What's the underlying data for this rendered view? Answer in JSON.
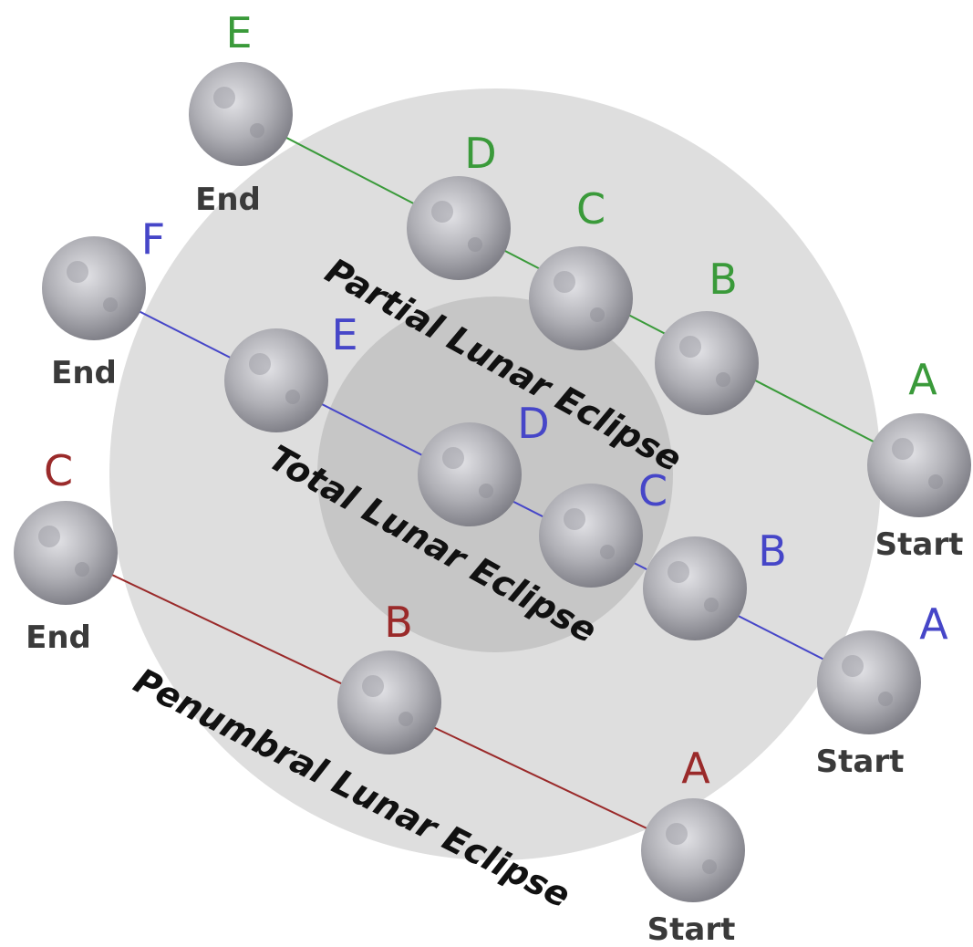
{
  "colors": {
    "background": "#ffffff",
    "penumbra": "#dedede",
    "umbra": "#c6c6c6",
    "partial_path": "#3a9a3a",
    "total_path": "#4646c8",
    "penumbral_path": "#9a2a2a",
    "moon": "#b4b4b8"
  },
  "labels": {
    "partial": "Partial Lunar Eclipse",
    "total": "Total Lunar Eclipse",
    "penumbral": "Penumbral Lunar Eclipse"
  },
  "paths": {
    "partial": {
      "start_label": "Start",
      "end_label": "End",
      "points": [
        "A",
        "B",
        "C",
        "D",
        "E"
      ]
    },
    "total": {
      "start_label": "Start",
      "end_label": "End",
      "points": [
        "A",
        "B",
        "C",
        "D",
        "E",
        "F"
      ]
    },
    "penumbral": {
      "start_label": "Start",
      "end_label": "End",
      "points": [
        "A",
        "B",
        "C"
      ]
    }
  },
  "icons": {
    "moon": "moon-icon"
  }
}
